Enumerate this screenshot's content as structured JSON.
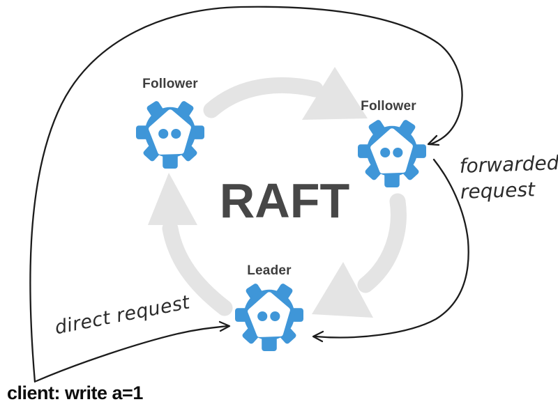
{
  "diagram": {
    "title": "RAFT",
    "nodes": [
      {
        "id": "follower-left",
        "label": "Follower"
      },
      {
        "id": "follower-right",
        "label": "Follower"
      },
      {
        "id": "leader",
        "label": "Leader"
      }
    ],
    "annotations": {
      "direct_request": "direct request",
      "forwarded_request_lines": [
        "forwarded",
        "request"
      ],
      "client_request": "client: write a=1"
    },
    "icons": {
      "node_icon": "robot-gear-icon",
      "cycle_arrows": [
        "cycle-arrow-top",
        "cycle-arrow-right-down",
        "cycle-arrow-left-up"
      ]
    },
    "colors": {
      "node_blue": "#3f96d8",
      "cycle_arrow_gray": "#e4e4e4",
      "title_gray": "#474747",
      "label_gray": "#3d3d3d",
      "ink_black": "#1c1c1c"
    }
  }
}
